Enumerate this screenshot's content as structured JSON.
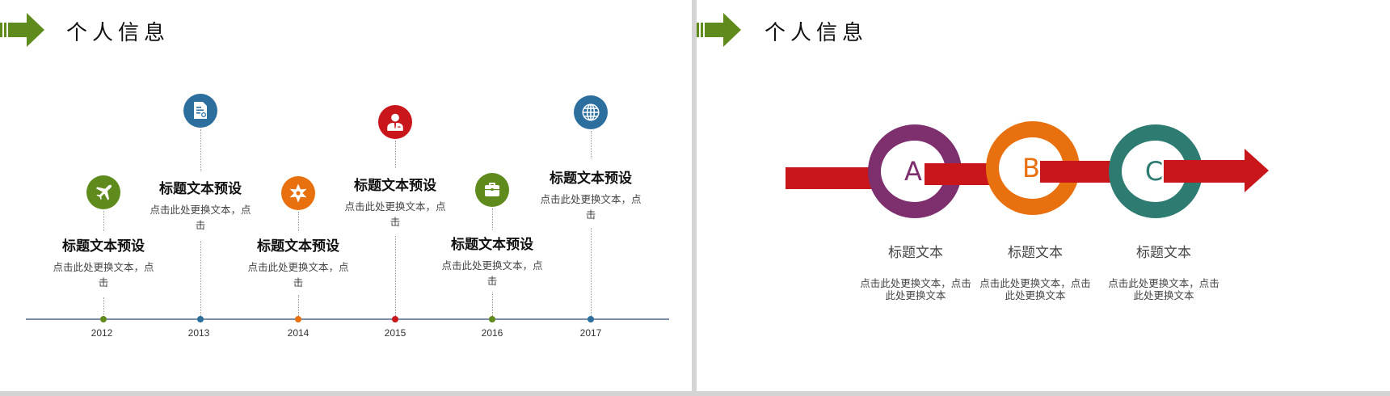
{
  "slides": [
    {
      "header": {
        "title": "个人信息",
        "icon": "green-arrow-icon"
      },
      "timeline": {
        "line_color": "#7c8ea6",
        "items": [
          {
            "year": "2012",
            "color": "#5f8a1c",
            "icon": "airplane-icon",
            "title": "标题文本预设",
            "desc_line1": "点击此处更换文本，点",
            "desc_line2": "击",
            "position": "low"
          },
          {
            "year": "2013",
            "color": "#2c6e9e",
            "icon": "certificate-icon",
            "title": "标题文本预设",
            "desc_line1": "点击此处更换文本，点",
            "desc_line2": "击",
            "position": "high"
          },
          {
            "year": "2014",
            "color": "#e8700e",
            "icon": "star-badge-icon",
            "title": "标题文本预设",
            "desc_line1": "点击此处更换文本，点",
            "desc_line2": "击",
            "position": "low"
          },
          {
            "year": "2015",
            "color": "#c8161b",
            "icon": "businessman-icon",
            "title": "标题文本预设",
            "desc_line1": "点击此处更换文本，点",
            "desc_line2": "击",
            "position": "high"
          },
          {
            "year": "2016",
            "color": "#5f8a1c",
            "icon": "briefcase-icon",
            "title": "标题文本预设",
            "desc_line1": "点击此处更换文本，点",
            "desc_line2": "击",
            "position": "low"
          },
          {
            "year": "2017",
            "color": "#2c6e9e",
            "icon": "globe-icon",
            "title": "标题文本预设",
            "desc_line1": "点击此处更换文本，点",
            "desc_line2": "击",
            "position": "high"
          }
        ]
      }
    },
    {
      "header": {
        "title": "个人信息",
        "icon": "green-arrow-icon"
      },
      "arrow_color": "#c8161b",
      "steps": [
        {
          "letter": "A",
          "color": "#7d2f6e",
          "title": "标题文本",
          "desc_line1": "点击此处更换文本，点击",
          "desc_line2": "此处更换文本"
        },
        {
          "letter": "B",
          "color": "#e8700e",
          "title": "标题文本",
          "desc_line1": "点击此处更换文本，点击",
          "desc_line2": "此处更换文本"
        },
        {
          "letter": "C",
          "color": "#2e7b72",
          "title": "标题文本",
          "desc_line1": "点击此处更换文本，点击",
          "desc_line2": "此处更换文本"
        }
      ]
    }
  ]
}
